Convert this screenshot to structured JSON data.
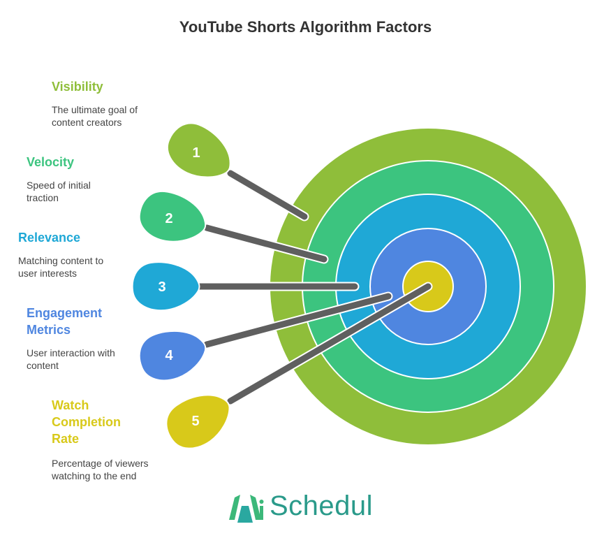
{
  "title": "YouTube Shorts Algorithm Factors",
  "factors": [
    {
      "number": "1",
      "label": "Visibility",
      "description": "The ultimate goal of content creators",
      "color": "#8fbe3a"
    },
    {
      "number": "2",
      "label": "Velocity",
      "description": "Speed of initial traction",
      "color": "#3cc47f"
    },
    {
      "number": "3",
      "label": "Relevance",
      "description": "Matching content to user interests",
      "color": "#1fa8d6"
    },
    {
      "number": "4",
      "label": "Engagement Metrics",
      "description": "User interaction with content",
      "color": "#4f86e0"
    },
    {
      "number": "5",
      "label": "Watch Completion Rate",
      "description": "Percentage of viewers watching to the end",
      "color": "#d8c91a"
    }
  ],
  "logo": {
    "text": "Schedul",
    "mark": "Ai",
    "color": "#2a9a8a"
  }
}
